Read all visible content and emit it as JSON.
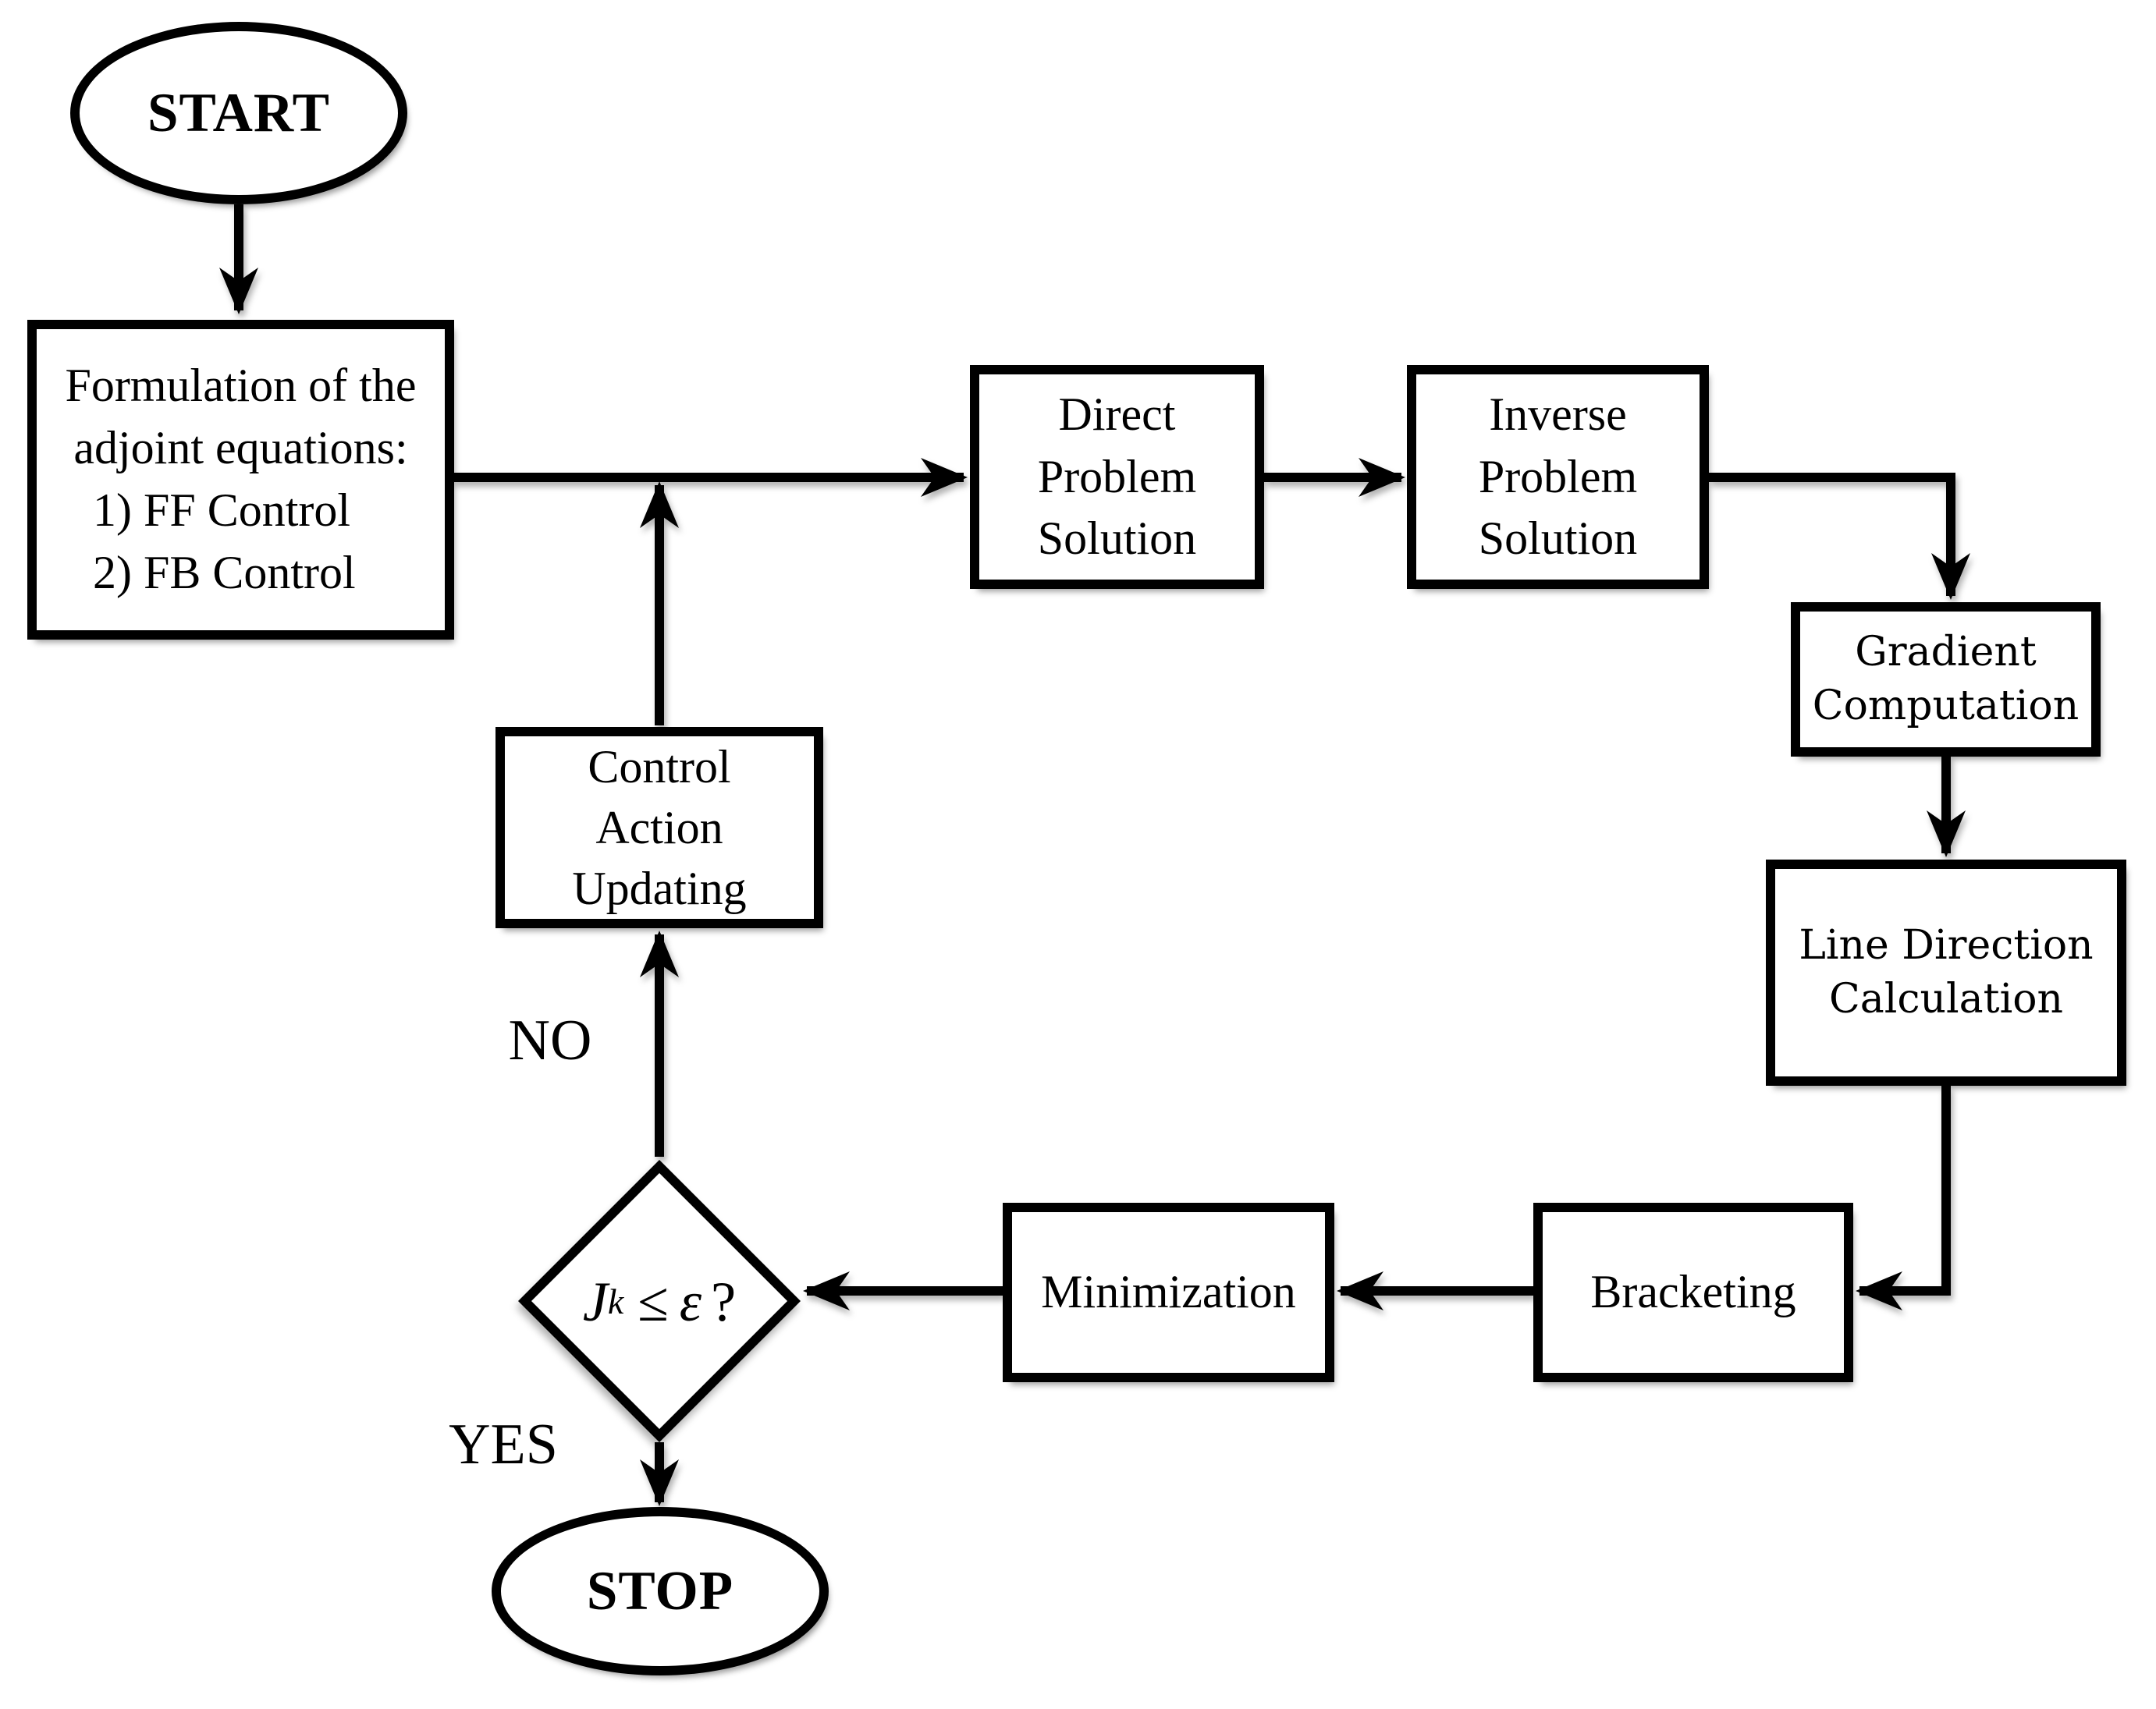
{
  "nodes": {
    "start": {
      "label": "START"
    },
    "formulation": {
      "lines": [
        "Formulation of the",
        "adjoint equations:",
        "1) FF Control",
        "2) FB Control"
      ]
    },
    "direct": {
      "lines": [
        "Direct",
        "Problem",
        "Solution"
      ]
    },
    "inverse": {
      "lines": [
        "Inverse",
        "Problem",
        "Solution"
      ]
    },
    "gradient": {
      "lines": [
        "Gradient",
        "Computation"
      ]
    },
    "line_direction": {
      "lines": [
        "Line Direction",
        "Calculation"
      ]
    },
    "bracketing": {
      "label": "Bracketing"
    },
    "minimization": {
      "label": "Minimization"
    },
    "control": {
      "lines": [
        "Control",
        "Action",
        "Updating"
      ]
    },
    "decision": {
      "var": "J",
      "sup": "k",
      "op": "≤",
      "eps": "ε",
      "q": "?"
    },
    "stop": {
      "label": "STOP"
    }
  },
  "edge_labels": {
    "no": "NO",
    "yes": "YES"
  },
  "colors": {
    "stroke": "#000000",
    "background": "#ffffff"
  }
}
